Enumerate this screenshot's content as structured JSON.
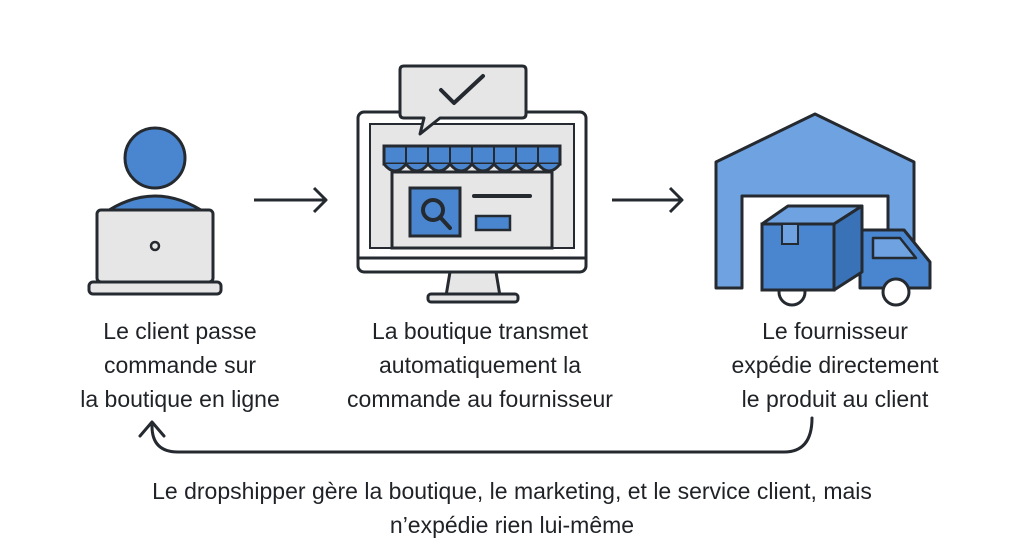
{
  "colors": {
    "accent": "#4a86cf",
    "accent_light": "#6ea2e0",
    "panel": "#e6e6e6",
    "outline": "#252a30"
  },
  "icons": [
    "person-icon",
    "laptop-icon",
    "online-store-icon",
    "checkmark-icon",
    "search-icon",
    "warehouse-icon",
    "box-icon",
    "truck-icon"
  ],
  "steps": [
    {
      "lines": [
        "Le client passe",
        "commande sur",
        "la boutique en ligne"
      ]
    },
    {
      "lines": [
        "La boutique transmet",
        "automatiquement la",
        "commande au fournisseur"
      ]
    },
    {
      "lines": [
        "Le fournisseur",
        "expédie directement",
        "le produit au client"
      ]
    }
  ],
  "footer": {
    "line1": "Le dropshipper gère la boutique, le marketing, et le service client, mais",
    "line2": "n’expédie rien lui-même"
  }
}
